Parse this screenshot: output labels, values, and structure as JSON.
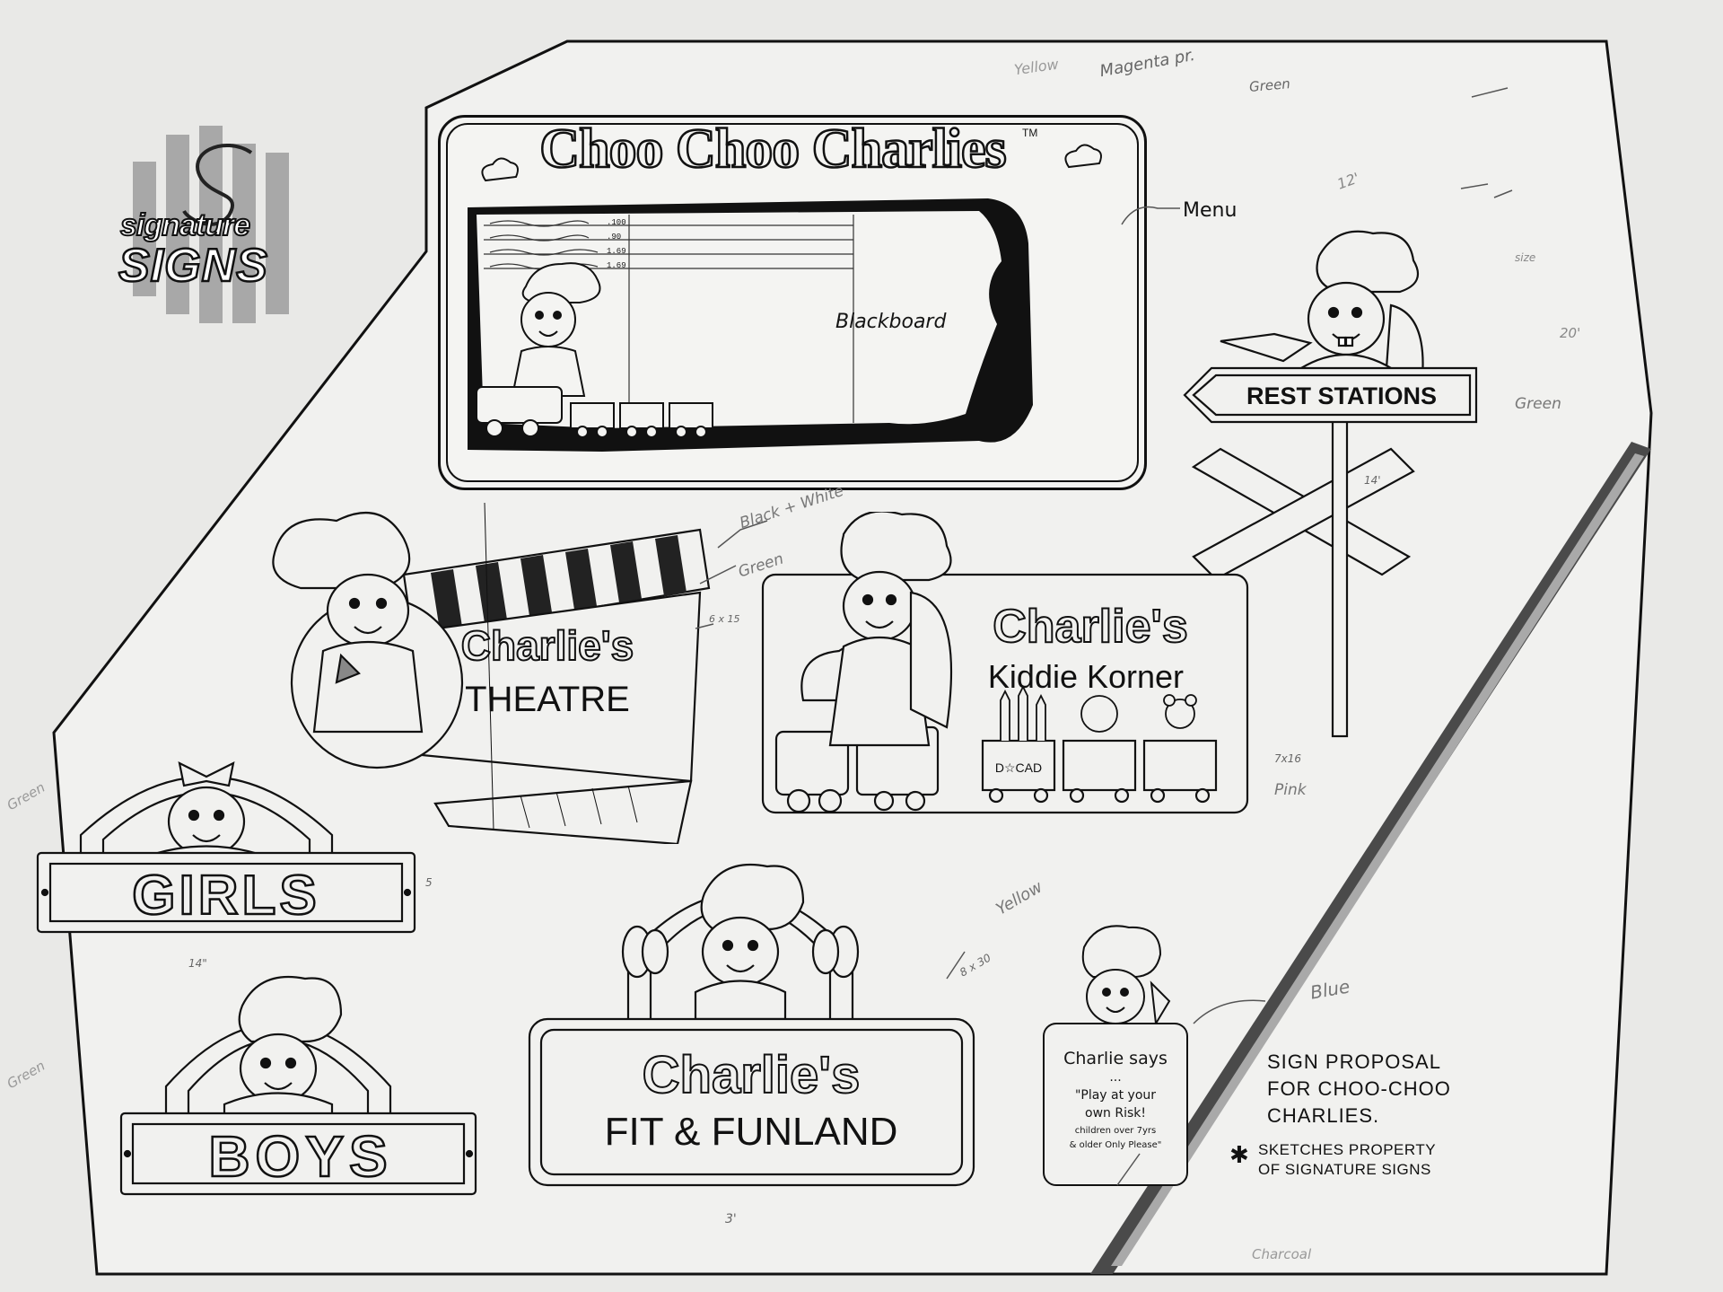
{
  "logo": {
    "line1": "signature",
    "line2": "SIGNS"
  },
  "signs": {
    "menu_board": {
      "brand": "Choo Choo Charlies",
      "trademark": "TM",
      "prices": [
        ".100",
        ".90",
        "1.69",
        "1.69"
      ],
      "board_label": "Blackboard"
    },
    "rest_stations": "REST STATIONS",
    "theatre": {
      "brand": "Charlie's",
      "name": "THEATRE"
    },
    "kiddie": {
      "brand": "Charlie's",
      "name": "Kiddie Korner",
      "car_letters": "D☆CAD"
    },
    "girls": "GIRLS",
    "boys": "BOYS",
    "fit": {
      "brand": "Charlie's",
      "name": "FIT & FUNLAND"
    },
    "charlie_says": {
      "line1": "Charlie says",
      "line2": "...",
      "line3": "\"Play at your",
      "line4": "own Risk!",
      "line5": "children over 7yrs",
      "line6": "& older Only Please\""
    }
  },
  "notes": {
    "yellow": "Yellow",
    "magenta": "Magenta pr.",
    "green_top": "Green",
    "menu": "Menu",
    "dim_top": "12'",
    "size": "size",
    "dim_20": "20'",
    "green_right": "Green",
    "dim_14a": "14'",
    "dim_7x16": "7x16",
    "pink": "Pink",
    "black_white": "Black + White",
    "green_theatre": "Green",
    "dim_theatre": "6 x 15",
    "green_left": "Green",
    "dim_5": "5",
    "dim_14b": "14\"",
    "green_boys": "Green",
    "yellow_fit": "Yellow",
    "dim_fit": "8 x 30",
    "dim_3": "3'",
    "blue": "Blue",
    "charcoal": "Charcoal"
  },
  "proposal": {
    "line1": "SIGN PROPOSAL",
    "line2": "FOR CHOO-CHOO",
    "line3": "CHARLIES.",
    "star": "✱",
    "line4": "SKETCHES PROPERTY",
    "line5": "OF SIGNATURE SIGNS"
  }
}
